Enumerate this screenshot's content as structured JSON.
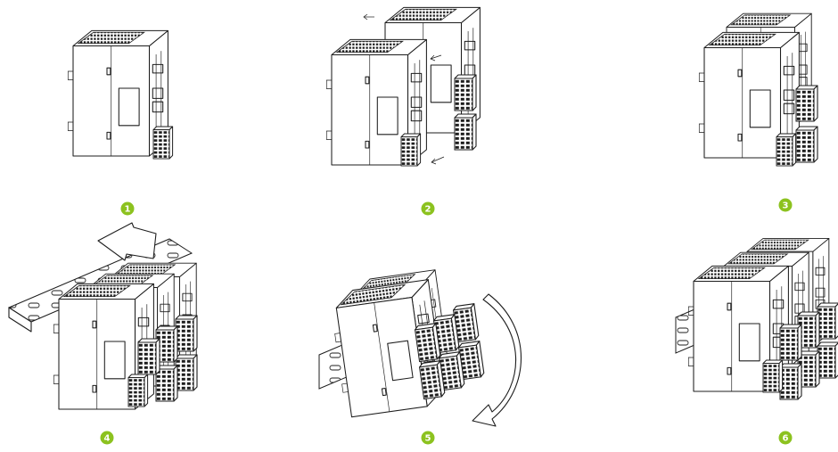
{
  "steps": [
    {
      "number": "1"
    },
    {
      "number": "2"
    },
    {
      "number": "3"
    },
    {
      "number": "4"
    },
    {
      "number": "5"
    },
    {
      "number": "6"
    }
  ],
  "colors": {
    "badge": "#8cc21f",
    "line": "#1d1d1d",
    "background": "#ffffff"
  }
}
